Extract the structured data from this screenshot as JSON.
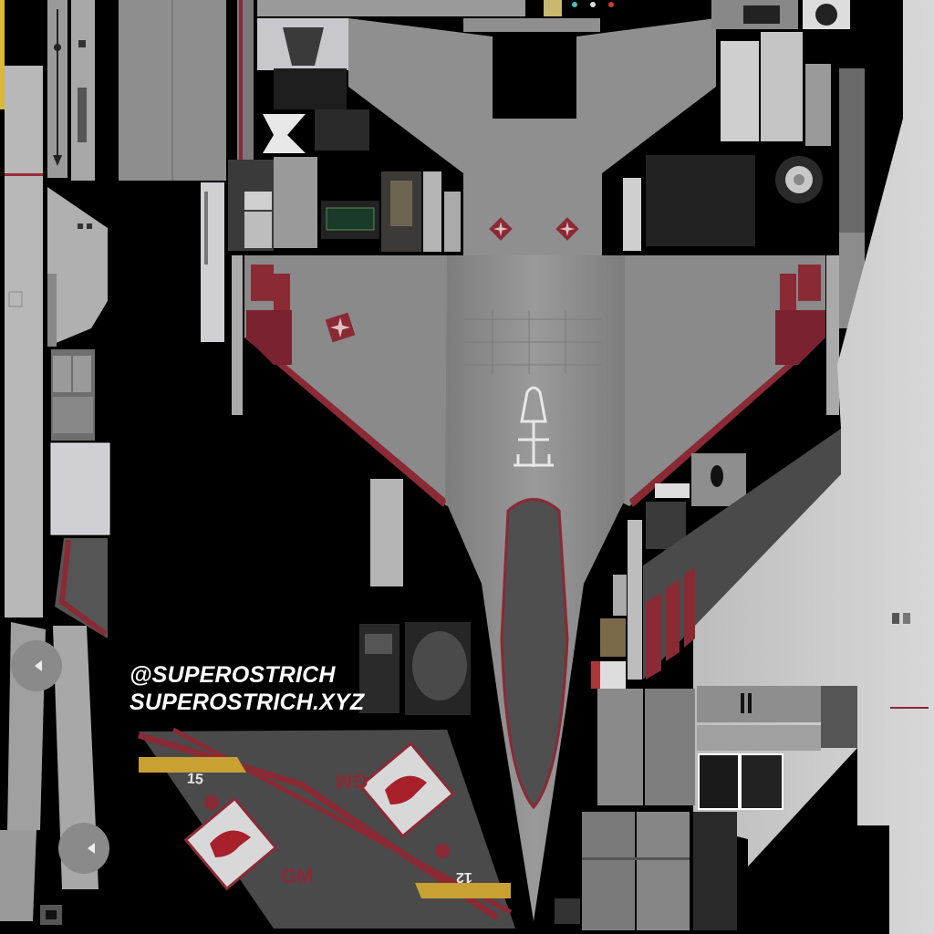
{
  "credits": {
    "handle": "@SUPEROSTRICH",
    "website": "SUPEROSTRICH.XYZ"
  },
  "tail_fin": {
    "number_top": "15",
    "number_bottom": "12",
    "unit_code_top": "GM",
    "unit_code_bottom": "GM",
    "emblem": "red-bird-emblem"
  },
  "colors": {
    "background": "#000000",
    "panel_gray": "#8f8f8f",
    "panel_light": "#c9c9c9",
    "dark_gray": "#4a4a4a",
    "accent_red": "#8a2a35",
    "accent_yellow": "#c9a032",
    "line_white": "#e8e8e8"
  }
}
